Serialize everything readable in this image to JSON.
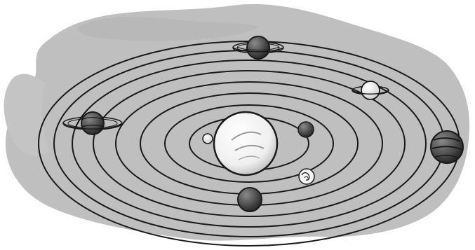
{
  "scene": {
    "background_color": "#ffffff",
    "cloud_color": "#bdbdbd",
    "orbit_color": "#1a1a1a",
    "sun_color": "#efefef",
    "orbit_count": 8
  },
  "bodies": [
    {
      "name": "sun",
      "shade": "#efefef"
    },
    {
      "name": "planet-mercury",
      "shade": "#cfcfcf"
    },
    {
      "name": "planet-venus",
      "shade": "#555555"
    },
    {
      "name": "planet-earth",
      "shade": "#f2f2f2"
    },
    {
      "name": "planet-mars",
      "shade": "#3a3a3a"
    },
    {
      "name": "planet-jupiter",
      "shade": "#2b2b2b",
      "ringed": false
    },
    {
      "name": "planet-saturn",
      "shade": "#3f3f3f",
      "ringed": true
    },
    {
      "name": "planet-uranus",
      "shade": "#f4f4f4",
      "ringed": true
    },
    {
      "name": "planet-neptune",
      "shade": "#3a3a3a",
      "ringed": true
    }
  ]
}
